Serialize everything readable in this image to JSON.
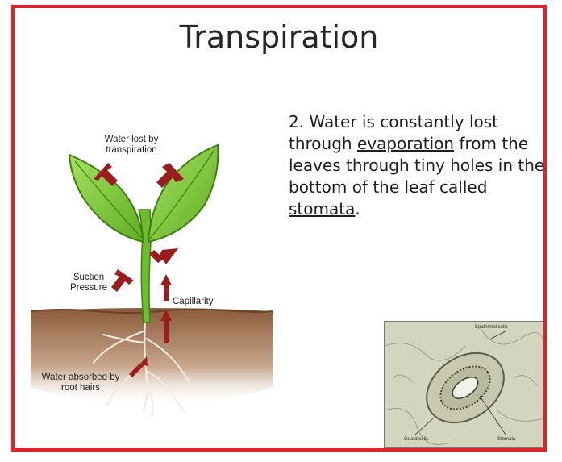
{
  "slide": {
    "title": "Transpiration",
    "frame_color": "#e0202a",
    "point": {
      "number": "2.",
      "text_1": " Water is constantly lost",
      "text_2": "through ",
      "link_evaporation": "evaporation",
      "text_3": " from the",
      "text_4": "leaves through tiny holes in the",
      "text_5": "bottom of the leaf called",
      "link_stomata": "stomata",
      "text_6": "."
    }
  },
  "diagram": {
    "labels": {
      "water_lost": "Water lost by transpiration",
      "suction": "Suction Pressure",
      "capillarity": "Capillarity",
      "water_absorbed": "Water absorbed by root hairs"
    },
    "colors": {
      "leaf": "#7cc832",
      "leaf_dark": "#4f9a1e",
      "soil": "#8a5a3a",
      "arrow": "#9b1c1c"
    }
  },
  "micrograph": {
    "labels": {
      "top": "Epidermal cells",
      "bottom_left": "Guard cells",
      "bottom_right": "Stomata"
    }
  }
}
